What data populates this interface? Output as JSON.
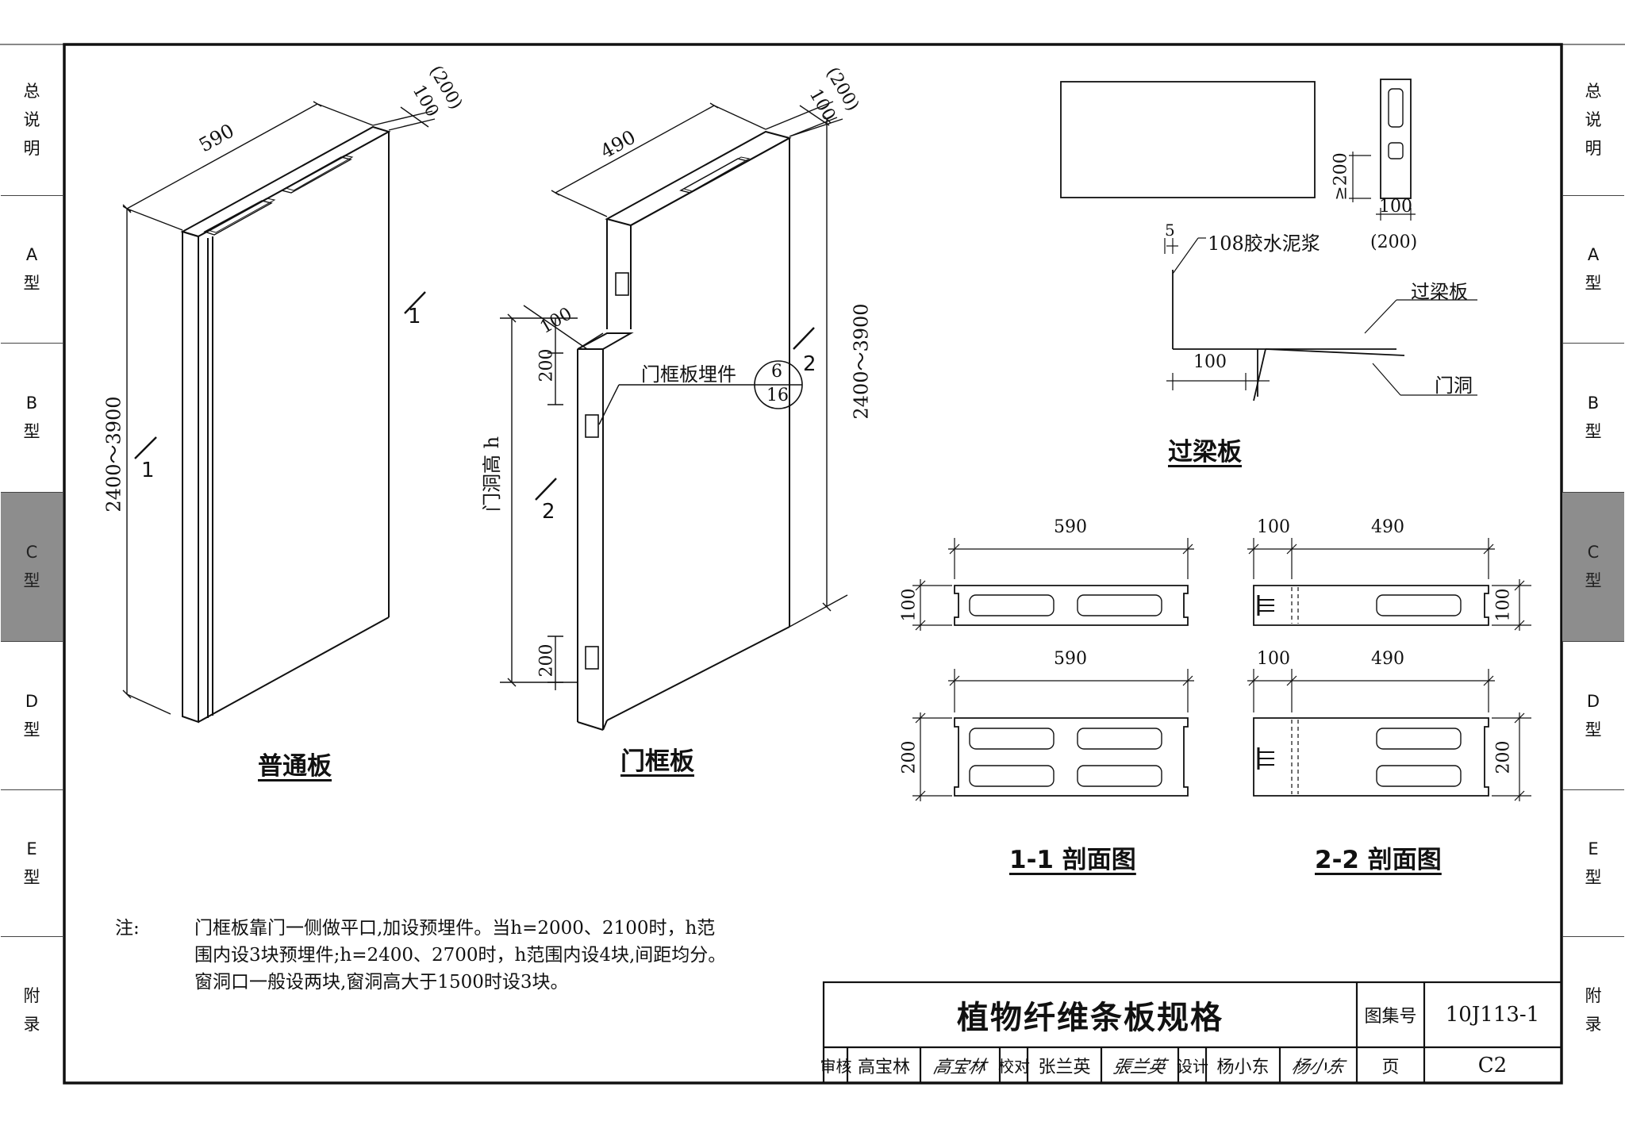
{
  "side_tabs": {
    "left": [
      {
        "id": "general",
        "chars": [
          "总",
          "说",
          "明"
        ],
        "active": false
      },
      {
        "id": "a",
        "chars": [
          "A",
          "型"
        ],
        "active": false
      },
      {
        "id": "b",
        "chars": [
          "B",
          "型"
        ],
        "active": false
      },
      {
        "id": "c",
        "chars": [
          "C",
          "型"
        ],
        "active": true
      },
      {
        "id": "d",
        "chars": [
          "D",
          "型"
        ],
        "active": false
      },
      {
        "id": "e",
        "chars": [
          "E",
          "型"
        ],
        "active": false
      },
      {
        "id": "appendix",
        "chars": [
          "附",
          "录"
        ],
        "active": false
      }
    ],
    "right": [
      {
        "id": "general",
        "chars": [
          "总",
          "说",
          "明"
        ],
        "active": false
      },
      {
        "id": "a",
        "chars": [
          "A",
          "型"
        ],
        "active": false
      },
      {
        "id": "b",
        "chars": [
          "B",
          "型"
        ],
        "active": false
      },
      {
        "id": "c",
        "chars": [
          "C",
          "型"
        ],
        "active": true
      },
      {
        "id": "d",
        "chars": [
          "D",
          "型"
        ],
        "active": false
      },
      {
        "id": "e",
        "chars": [
          "E",
          "型"
        ],
        "active": false
      },
      {
        "id": "appendix",
        "chars": [
          "附",
          "录"
        ],
        "active": false
      }
    ]
  },
  "panels": {
    "standard": {
      "title": "普通板",
      "width": "590",
      "thickness": "100",
      "thickness_alt": "(200)",
      "height": "2400～3900",
      "section_mark": "1"
    },
    "door_frame": {
      "title": "门框板",
      "width": "490",
      "thickness": "100",
      "thickness_alt": "(200)",
      "height": "2400～3900",
      "notch": "100",
      "embed_spacing_top": "200",
      "embed_spacing_bottom": "200",
      "door_height": "门洞高  h",
      "embed_label": "门框板埋件",
      "detail_ref_top": "6",
      "detail_ref_bottom": "16",
      "section_mark": "2"
    },
    "lintel": {
      "title": "过梁板",
      "slot_spacing": "≥200",
      "thickness": "100",
      "thickness_alt": "(200)",
      "gap": "5",
      "mortar": "108胶水泥浆",
      "lintel_label": "过梁板",
      "door_label": "门洞",
      "bearing": "100"
    },
    "section_1": {
      "title": "1-1 剖面图",
      "width_a": "590",
      "thick_a": "100",
      "width_b": "590",
      "thick_b": "200"
    },
    "section_2": {
      "title": "2-2 剖面图",
      "edge_a": "100",
      "width_a": "490",
      "thick_a": "100",
      "edge_b": "100",
      "width_b": "490",
      "thick_b": "200"
    }
  },
  "note": {
    "label": "注:",
    "lines": [
      "门框板靠门一侧做平口,加设预埋件。当h=2000、2100时，h范",
      "围内设3块预埋件;h=2400、2700时，h范围内设4块,间距均分。",
      "窗洞口一般设两块,窗洞高大于1500时设3块。"
    ]
  },
  "title_block": {
    "drawing_title": "植物纤维条板规格",
    "atlas_label": "图集号",
    "atlas_no": "10J113-1",
    "page_label": "页",
    "page_no": "C2",
    "review_label": "审核",
    "reviewer": "高宝林",
    "review_sign": "高宝林",
    "check_label": "校对",
    "checker": "张兰英",
    "check_sign": "張兰英",
    "design_label": "设计",
    "designer": "杨小东",
    "design_sign": "杨小东"
  }
}
